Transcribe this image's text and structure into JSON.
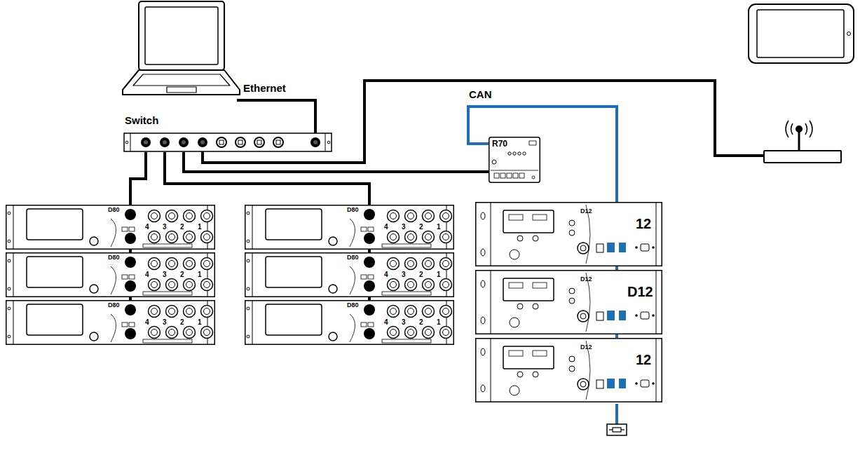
{
  "diagram": {
    "nodes": [
      {
        "text": [
          "Switch"
        ]
      },
      {
        "text": [
          "R70"
        ]
      },
      {
        "text": [
          "D80"
        ]
      },
      {
        "text": [
          "D80"
        ]
      },
      {
        "text": [
          "D80"
        ]
      },
      {
        "text": [
          "D80"
        ]
      },
      {
        "text": [
          "D80"
        ]
      },
      {
        "text": [
          "D80"
        ]
      },
      {
        "text": [
          "D12",
          "12"
        ]
      },
      {
        "text": [
          "D12",
          "D12"
        ]
      },
      {
        "text": [
          "D12",
          "12"
        ]
      }
    ],
    "edges": [
      {
        "from": 0,
        "to": 2,
        "arrow": "none"
      },
      {
        "from": 2,
        "to": 3,
        "arrow": "none"
      },
      {
        "from": 3,
        "to": 4,
        "arrow": "none"
      },
      {
        "from": 0,
        "to": 5,
        "arrow": "none"
      },
      {
        "from": 5,
        "to": 6,
        "arrow": "none"
      },
      {
        "from": 6,
        "to": 7,
        "arrow": "none"
      },
      {
        "from": 0,
        "to": 1,
        "arrow": "none"
      },
      {
        "from": 1,
        "to": 8,
        "label": "CAN",
        "arrow": "none"
      },
      {
        "from": 8,
        "to": 9,
        "arrow": "none"
      },
      {
        "from": 9,
        "to": 10,
        "arrow": "none"
      }
    ],
    "labels": [
      "Ethernet",
      "4",
      "3",
      "2",
      "1",
      "4",
      "3",
      "2",
      "1",
      "4",
      "3",
      "2",
      "1",
      "4",
      "3",
      "2",
      "1",
      "4",
      "3",
      "2",
      "1",
      "4",
      "3",
      "2",
      "1"
    ]
  }
}
